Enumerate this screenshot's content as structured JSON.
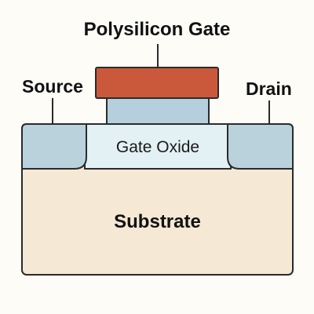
{
  "labels": {
    "gate": "Polysilicon Gate",
    "source": "Source",
    "drain": "Drain",
    "oxide": "Gate Oxide",
    "substrate": "Substrate"
  },
  "colors": {
    "background": "#fdfcf7",
    "polysilicon_gate": "#c9593a",
    "gate_oxide_block": "#b5cfdc",
    "gate_oxide_layer": "#e3f0f4",
    "source_region": "#b9d2dc",
    "drain_region": "#b9d2dc",
    "substrate": "#f5e8d4",
    "outline": "#2b2b2b"
  }
}
